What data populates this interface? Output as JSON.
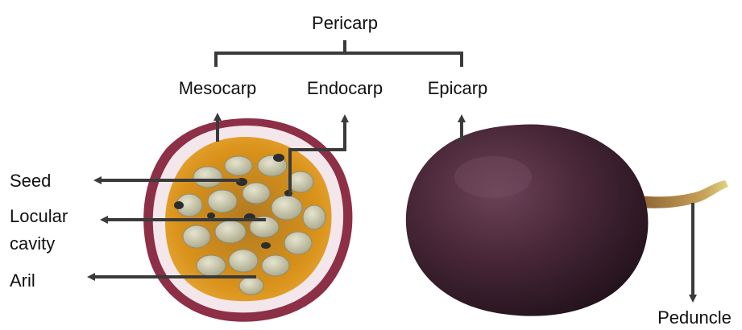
{
  "diagram": {
    "labels": {
      "pericarp": "Pericarp",
      "mesocarp": "Mesocarp",
      "endocarp": "Endocarp",
      "epicarp": "Epicarp",
      "seed": "Seed",
      "locular_line1": "Locular",
      "locular_line2": "cavity",
      "aril": "Aril",
      "peduncle": "Peduncle"
    },
    "colors": {
      "line": "#3a3a3a",
      "rind_outer": "#8a2e44",
      "rind_inner": "#f2e6ea",
      "pulp": "#e09a1a",
      "seed_sac": "#c9c7a8",
      "seed": "#2b2d2f",
      "fruit_dark": "#2a1722",
      "fruit_mid": "#5a3447",
      "stem": "#b98a3a",
      "stem_tip": "#d6d27a"
    },
    "icons": [
      "halved-fruit-image",
      "whole-fruit-image",
      "arrow-up-icon",
      "arrow-left-icon",
      "arrow-down-icon"
    ]
  }
}
